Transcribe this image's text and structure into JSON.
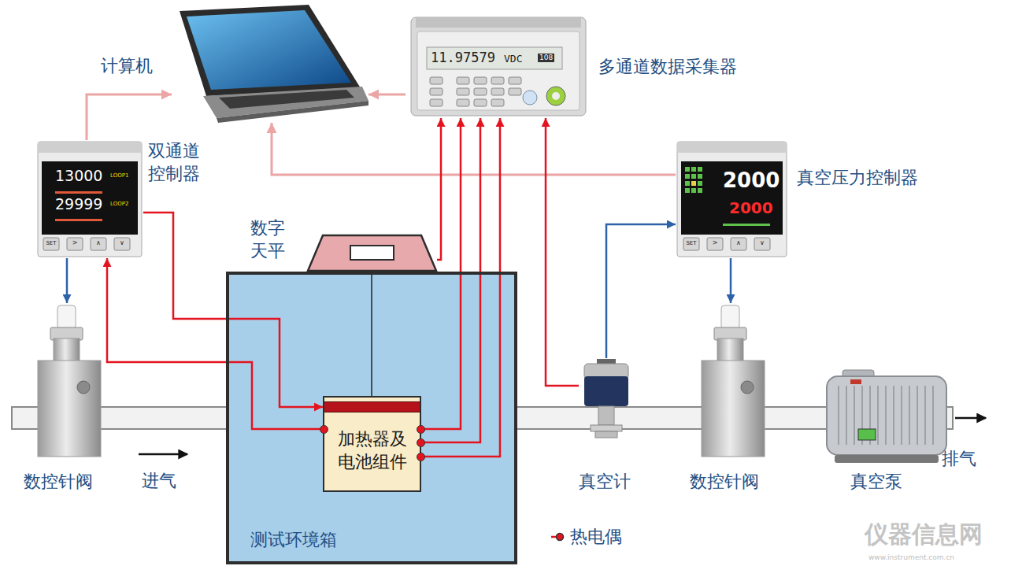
{
  "diagram": {
    "nodes": [
      {
        "text": [
          "计算机"
        ]
      },
      {
        "text": [
          "多通道数据采集器"
        ]
      },
      {
        "text": [
          "双通道 控制器"
        ]
      },
      {
        "text": [
          "真空压力控制器"
        ]
      },
      {
        "text": [
          "数字 天平"
        ]
      },
      {
        "text": [
          "测试环境箱"
        ]
      },
      {
        "text": [
          "加热器及 电池组件"
        ],
        "in": 5
      },
      {
        "text": [
          "数控针阀"
        ]
      },
      {
        "text": [
          "真空计"
        ]
      },
      {
        "text": [
          "数控针阀"
        ]
      },
      {
        "text": [
          "真空泵"
        ]
      }
    ],
    "edges": [
      {
        "from": 2,
        "to": 0,
        "arrow": "to"
      },
      {
        "from": 1,
        "to": 0,
        "arrow": "to"
      },
      {
        "from": 3,
        "to": 0,
        "arrow": "to"
      },
      {
        "from": 2,
        "to": 7,
        "arrow": "to"
      },
      {
        "from": 2,
        "to": 6,
        "arrow": "to"
      },
      {
        "from": 6,
        "to": 2,
        "arrow": "to"
      },
      {
        "from": 4,
        "to": 1,
        "arrow": "to"
      },
      {
        "from": 6,
        "to": 1,
        "arrow": "to"
      },
      {
        "from": 6,
        "to": 1,
        "arrow": "to"
      },
      {
        "from": 6,
        "to": 1,
        "arrow": "to"
      },
      {
        "from": 8,
        "to": 1,
        "arrow": "to"
      },
      {
        "from": 8,
        "to": 3,
        "arrow": "to"
      },
      {
        "from": 3,
        "to": 9,
        "arrow": "to"
      },
      {
        "from": 4,
        "to": 6,
        "arrow": "none"
      }
    ],
    "labels": [
      "进气",
      "排气",
      "13000",
      "LOOP1",
      "29999",
      "LOOP2",
      "SET",
      ">",
      "∧",
      "∨",
      "2000",
      "2000",
      "SET",
      ">",
      "∧",
      "∨",
      "11.97579",
      "VDC",
      "108",
      "仪器信息网",
      "www.instrument.com.cn"
    ],
    "legend": [
      {
        "text": "热电偶"
      }
    ]
  }
}
